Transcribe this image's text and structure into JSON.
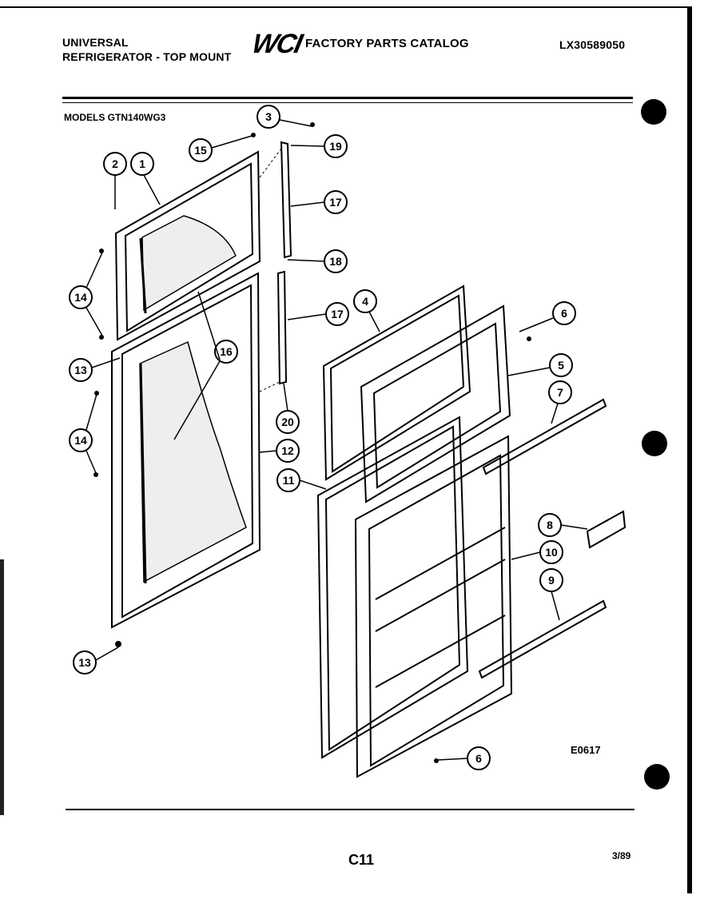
{
  "header": {
    "line1": "UNIVERSAL",
    "line2": "REFRIGERATOR - TOP MOUNT",
    "logo": "WCI",
    "catalog_title": "FACTORY PARTS CATALOG",
    "part_number": "LX30589050"
  },
  "models_label": "MODELS GTN140WG3",
  "callouts": [
    "1",
    "2",
    "3",
    "4",
    "5",
    "6",
    "6",
    "7",
    "8",
    "9",
    "10",
    "11",
    "12",
    "13",
    "13",
    "14",
    "14",
    "15",
    "16",
    "17",
    "17",
    "18",
    "19",
    "20"
  ],
  "diagram_code": "E0617",
  "footer": {
    "page": "C11",
    "date": "3/89"
  },
  "colors": {
    "ink": "#000000",
    "paper": "#ffffff"
  }
}
